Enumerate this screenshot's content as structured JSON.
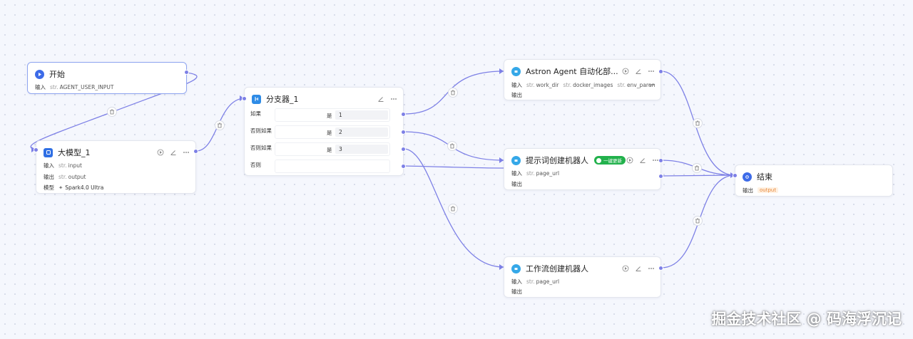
{
  "nodes": {
    "start": {
      "title": "开始",
      "input_label": "输入",
      "input_type": "str.",
      "input_value": "AGENT_USER_INPUT"
    },
    "llm": {
      "title": "大模型_1",
      "input_label": "输入",
      "input_type": "str.",
      "input_value": "input",
      "output_label": "输出",
      "output_type": "str.",
      "output_value": "output",
      "model_label": "模型",
      "model_value": "Spark4.0 Ultra"
    },
    "branch": {
      "title": "分支器_1",
      "rows": [
        {
          "label": "如果",
          "op": "是",
          "value": "1"
        },
        {
          "label": "否则如果",
          "op": "是",
          "value": "2"
        },
        {
          "label": "否则如果",
          "op": "是",
          "value": "3"
        }
      ],
      "else_label": "否则"
    },
    "astron": {
      "title": "Astron Agent 自动化部...",
      "input_label": "输入",
      "inputs": [
        {
          "type": "str.",
          "name": "work_dir"
        },
        {
          "type": "str.",
          "name": "docker_images"
        },
        {
          "type": "str.",
          "name": "env_param"
        }
      ],
      "output_label": "输出"
    },
    "prompt": {
      "title": "提示词创建机器人",
      "badge": "一键更新",
      "input_label": "输入",
      "input_type": "str.",
      "input_value": "page_url",
      "output_label": "输出"
    },
    "workflow": {
      "title": "工作流创建机器人",
      "input_label": "输入",
      "input_type": "str.",
      "input_value": "page_url",
      "output_label": "输出"
    },
    "end": {
      "title": "结束",
      "output_label": "输出",
      "output_value": "output"
    }
  },
  "watermark": "掘金技术社区 @ 码海浮沉记",
  "colors": {
    "edge": "#7d80e6",
    "accent": "#3d6be8",
    "badge": "#22b14c",
    "output_tag": "#e8883a"
  }
}
